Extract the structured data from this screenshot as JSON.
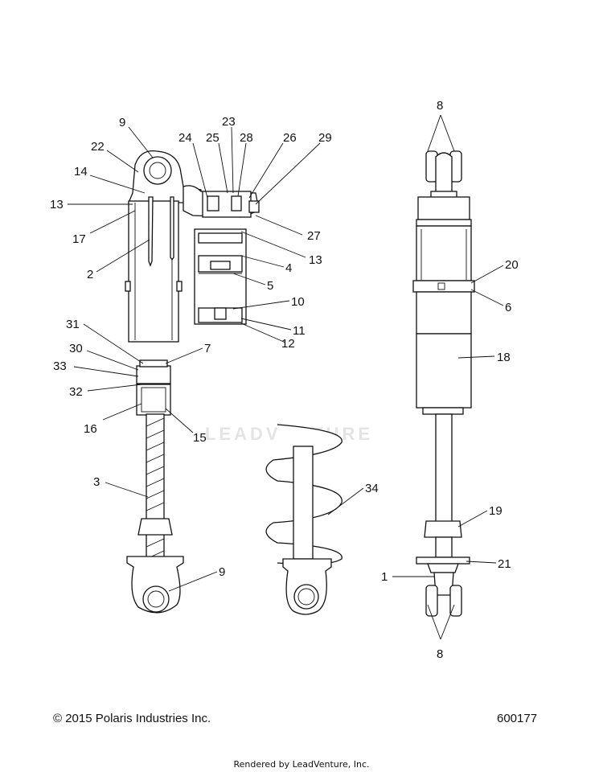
{
  "footer": {
    "copyright": "© 2015 Polaris Industries Inc.",
    "part_number": "600177",
    "rendered_by": "Rendered by LeadVenture, Inc."
  },
  "watermark": "LEADVENTURE",
  "callouts": [
    {
      "id": "c-9a",
      "text": "9"
    },
    {
      "id": "c-22",
      "text": "22"
    },
    {
      "id": "c-14",
      "text": "14"
    },
    {
      "id": "c-13a",
      "text": "13"
    },
    {
      "id": "c-17",
      "text": "17"
    },
    {
      "id": "c-2",
      "text": "2"
    },
    {
      "id": "c-24",
      "text": "24"
    },
    {
      "id": "c-25",
      "text": "25"
    },
    {
      "id": "c-23",
      "text": "23"
    },
    {
      "id": "c-28",
      "text": "28"
    },
    {
      "id": "c-26",
      "text": "26"
    },
    {
      "id": "c-29",
      "text": "29"
    },
    {
      "id": "c-27",
      "text": "27"
    },
    {
      "id": "c-13b",
      "text": "13"
    },
    {
      "id": "c-4",
      "text": "4"
    },
    {
      "id": "c-5",
      "text": "5"
    },
    {
      "id": "c-10",
      "text": "10"
    },
    {
      "id": "c-11",
      "text": "11"
    },
    {
      "id": "c-12",
      "text": "12"
    },
    {
      "id": "c-31",
      "text": "31"
    },
    {
      "id": "c-30",
      "text": "30"
    },
    {
      "id": "c-33",
      "text": "33"
    },
    {
      "id": "c-7",
      "text": "7"
    },
    {
      "id": "c-32",
      "text": "32"
    },
    {
      "id": "c-16",
      "text": "16"
    },
    {
      "id": "c-15",
      "text": "15"
    },
    {
      "id": "c-3",
      "text": "3"
    },
    {
      "id": "c-9b",
      "text": "9"
    },
    {
      "id": "c-34",
      "text": "34"
    },
    {
      "id": "c-8a",
      "text": "8"
    },
    {
      "id": "c-20",
      "text": "20"
    },
    {
      "id": "c-6",
      "text": "6"
    },
    {
      "id": "c-18",
      "text": "18"
    },
    {
      "id": "c-19",
      "text": "19"
    },
    {
      "id": "c-21",
      "text": "21"
    },
    {
      "id": "c-1",
      "text": "1"
    },
    {
      "id": "c-8b",
      "text": "8"
    }
  ]
}
